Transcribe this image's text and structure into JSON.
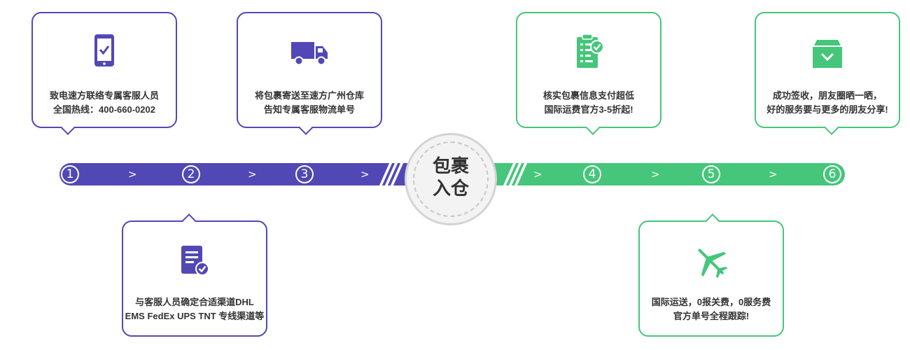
{
  "colors": {
    "purple": "#5148b5",
    "green": "#45c67a"
  },
  "center_label": [
    "包裹",
    "入仓"
  ],
  "steps": [
    "1",
    "2",
    "3",
    "4",
    "5",
    "6"
  ],
  "arrow_glyph": ">",
  "cards": [
    {
      "icon": "phone-check-icon",
      "lines": [
        "致电速方联络专属客服人员",
        "全国热线：400-660-0202"
      ]
    },
    {
      "icon": "truck-icon",
      "lines": [
        "将包裹寄送至速方广州仓库",
        "告知专属客服物流单号"
      ]
    },
    {
      "icon": "checklist-icon",
      "lines": [
        "核实包裹信息支付超低",
        "国际运费官方3-5折起!"
      ]
    },
    {
      "icon": "box-check-icon",
      "lines": [
        "成功签收，朋友圈晒一晒，",
        "好的服务要与更多的朋友分享!"
      ]
    },
    {
      "icon": "document-check-icon",
      "lines": [
        "与客服人员确定合适渠道DHL",
        "EMS FedEx UPS TNT 专线渠道等"
      ]
    },
    {
      "icon": "airplane-icon",
      "lines": [
        "国际运送，0报关费，0服务费",
        "官方单号全程跟踪!"
      ]
    }
  ]
}
